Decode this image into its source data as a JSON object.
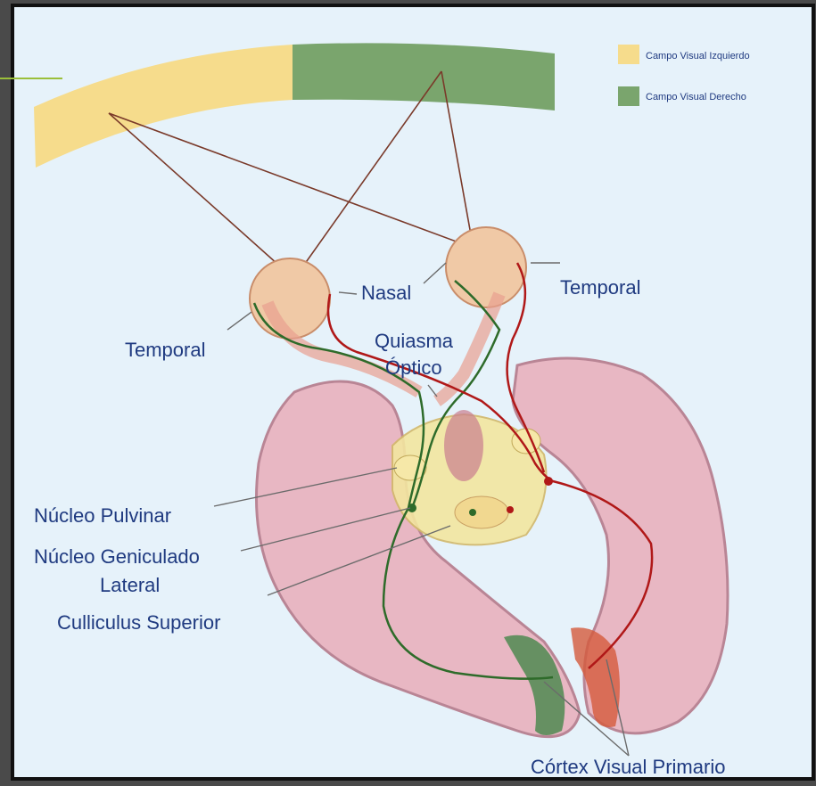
{
  "legend": {
    "items": [
      {
        "label": "Campo Visual Izquierdo",
        "color": "#f6dc8c"
      },
      {
        "label": "Campo Visual Derecho",
        "color": "#7aa56d"
      }
    ]
  },
  "labels": {
    "nasal": "Nasal",
    "temporal_right": "Temporal",
    "temporal_left": "Temporal",
    "quiasma_line1": "Quiasma",
    "quiasma_line2": "Óptico",
    "nucleo_pulvinar": "Núcleo Pulvinar",
    "nucleo_geniculado_line1": "Núcleo Geniculado",
    "nucleo_geniculado_line2": "Lateral",
    "culliculus": "Culliculus Superior",
    "cortex": "Córtex Visual Primario"
  },
  "colors": {
    "background": "#e6f2fa",
    "frame": "#111111",
    "label_text": "#1f3a80",
    "brain_fill": "#e8b7c3",
    "brain_outline": "#b98595",
    "green_path": "#2e6b2a",
    "red_path": "#b01818",
    "eye_fill": "#f0c9a6",
    "thalamus_fill": "#f3e6a0"
  }
}
